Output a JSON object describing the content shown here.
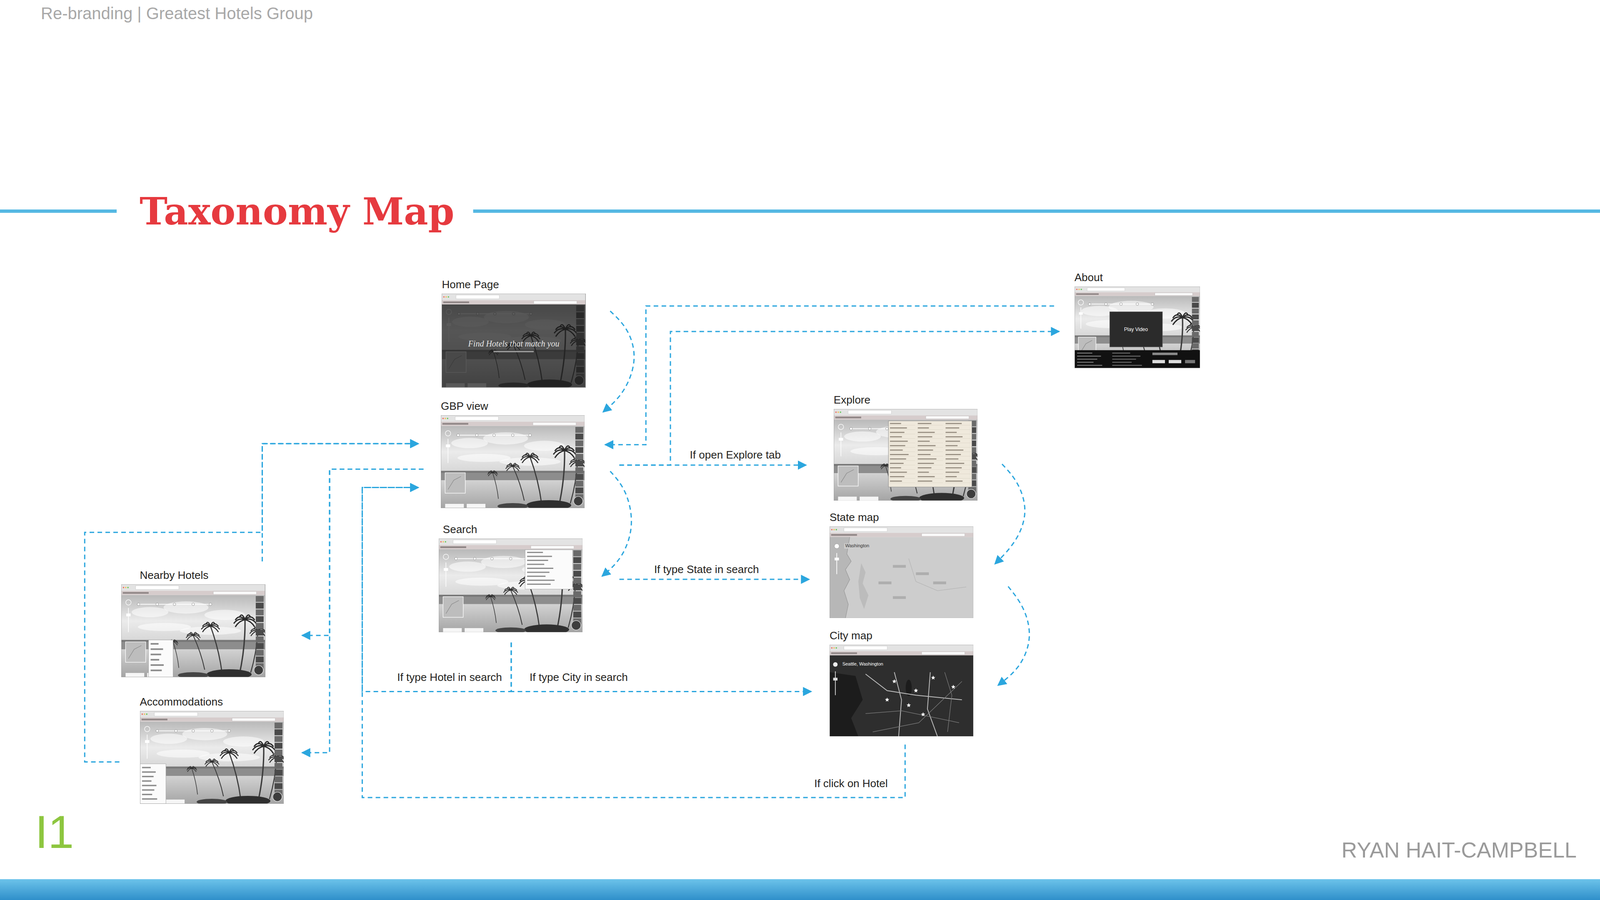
{
  "diagram": {
    "title": "Taxonomy Map",
    "nodes": [
      {
        "text": [
          "Home Page",
          "Find Hotels that match you"
        ]
      },
      {
        "text": [
          "About",
          "Play Video"
        ]
      },
      {
        "text": [
          "GBP view"
        ]
      },
      {
        "text": [
          "Explore"
        ]
      },
      {
        "text": [
          "Search"
        ]
      },
      {
        "text": [
          "State map",
          "Washington"
        ]
      },
      {
        "text": [
          "Nearby Hotels"
        ]
      },
      {
        "text": [
          "City map",
          "Seattle, Washington"
        ]
      },
      {
        "text": [
          "Accommodations"
        ]
      }
    ],
    "edges": [
      {
        "from": 0,
        "to": 2,
        "arrow": "to"
      },
      {
        "from": 1,
        "to": 2,
        "arrow": "to"
      },
      {
        "from": 2,
        "to": 1,
        "arrow": "to"
      },
      {
        "from": 2,
        "to": 3,
        "label": "If open Explore tab",
        "arrow": "to"
      },
      {
        "from": 2,
        "to": 4,
        "arrow": "to"
      },
      {
        "from": 4,
        "to": 5,
        "label": "If type State in search",
        "arrow": "to"
      },
      {
        "from": 4,
        "to": 2,
        "label": "If type Hotel in search",
        "arrow": "to"
      },
      {
        "from": 4,
        "to": 7,
        "label": "If type City in search",
        "arrow": "to"
      },
      {
        "from": 3,
        "to": 5,
        "arrow": "to"
      },
      {
        "from": 5,
        "to": 7,
        "arrow": "to"
      },
      {
        "from": 7,
        "to": 2,
        "label": "If click on Hotel",
        "arrow": "to"
      },
      {
        "from": 6,
        "to": 2,
        "arrow": "to"
      },
      {
        "from": 8,
        "to": 2,
        "arrow": "to"
      },
      {
        "from": 2,
        "to": 6,
        "arrow": "to"
      },
      {
        "from": 2,
        "to": 8,
        "arrow": "to"
      }
    ],
    "labels": [
      "Re-branding | Greatest Hotels Group",
      "I1",
      "RYAN HAIT-CAMPBELL"
    ]
  }
}
